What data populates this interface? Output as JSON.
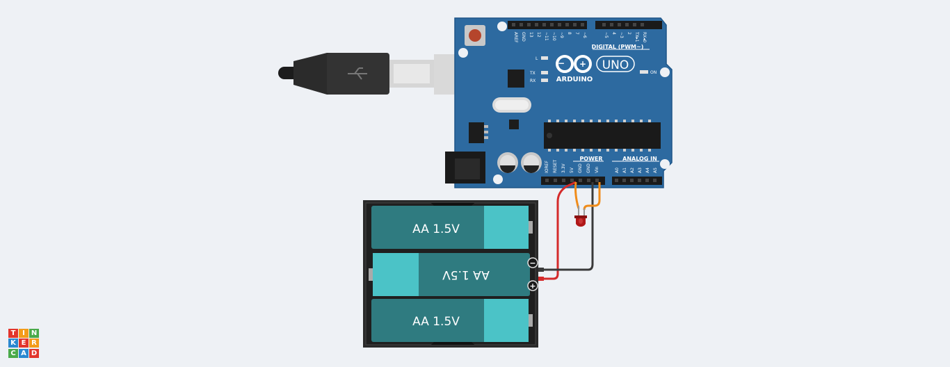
{
  "board": {
    "brand": "ARDUINO",
    "model": "UNO",
    "digital_header": "DIGITAL (PWM~)",
    "power_header": "POWER",
    "analog_header": "ANALOG IN",
    "led_l": "L",
    "led_tx": "TX",
    "led_rx": "RX",
    "led_on": "ON",
    "digital_pins": [
      "AREF",
      "GND",
      "13",
      "12",
      "~11",
      "~10",
      "~9",
      "8",
      "7",
      "~6",
      "~5",
      "4",
      "~3",
      "2",
      "TX▸1",
      "RX◂0"
    ],
    "power_pins": [
      "IOREF",
      "RESET",
      "3.3V",
      "5V",
      "GND",
      "GND",
      "Vin"
    ],
    "analog_pins": [
      "A0",
      "A1",
      "A2",
      "A3",
      "A4",
      "A5"
    ]
  },
  "battery_pack": {
    "cells": [
      "AA 1.5V",
      "AA 1.5V",
      "AA 1.5V"
    ],
    "terminal_negative": "−",
    "terminal_positive": "+"
  },
  "logo": {
    "letters": [
      "T",
      "I",
      "N",
      "K",
      "E",
      "R",
      "C",
      "A",
      "D"
    ]
  },
  "colors": {
    "background": "#eef1f5",
    "board": "#2d6aa0",
    "battery_teal": "#2f7b80",
    "battery_cap": "#4bc3c7",
    "wire_red": "#d42a2a",
    "wire_black": "#3a3a3a",
    "wire_orange": "#f08c1a",
    "led_red": "#b01818"
  }
}
